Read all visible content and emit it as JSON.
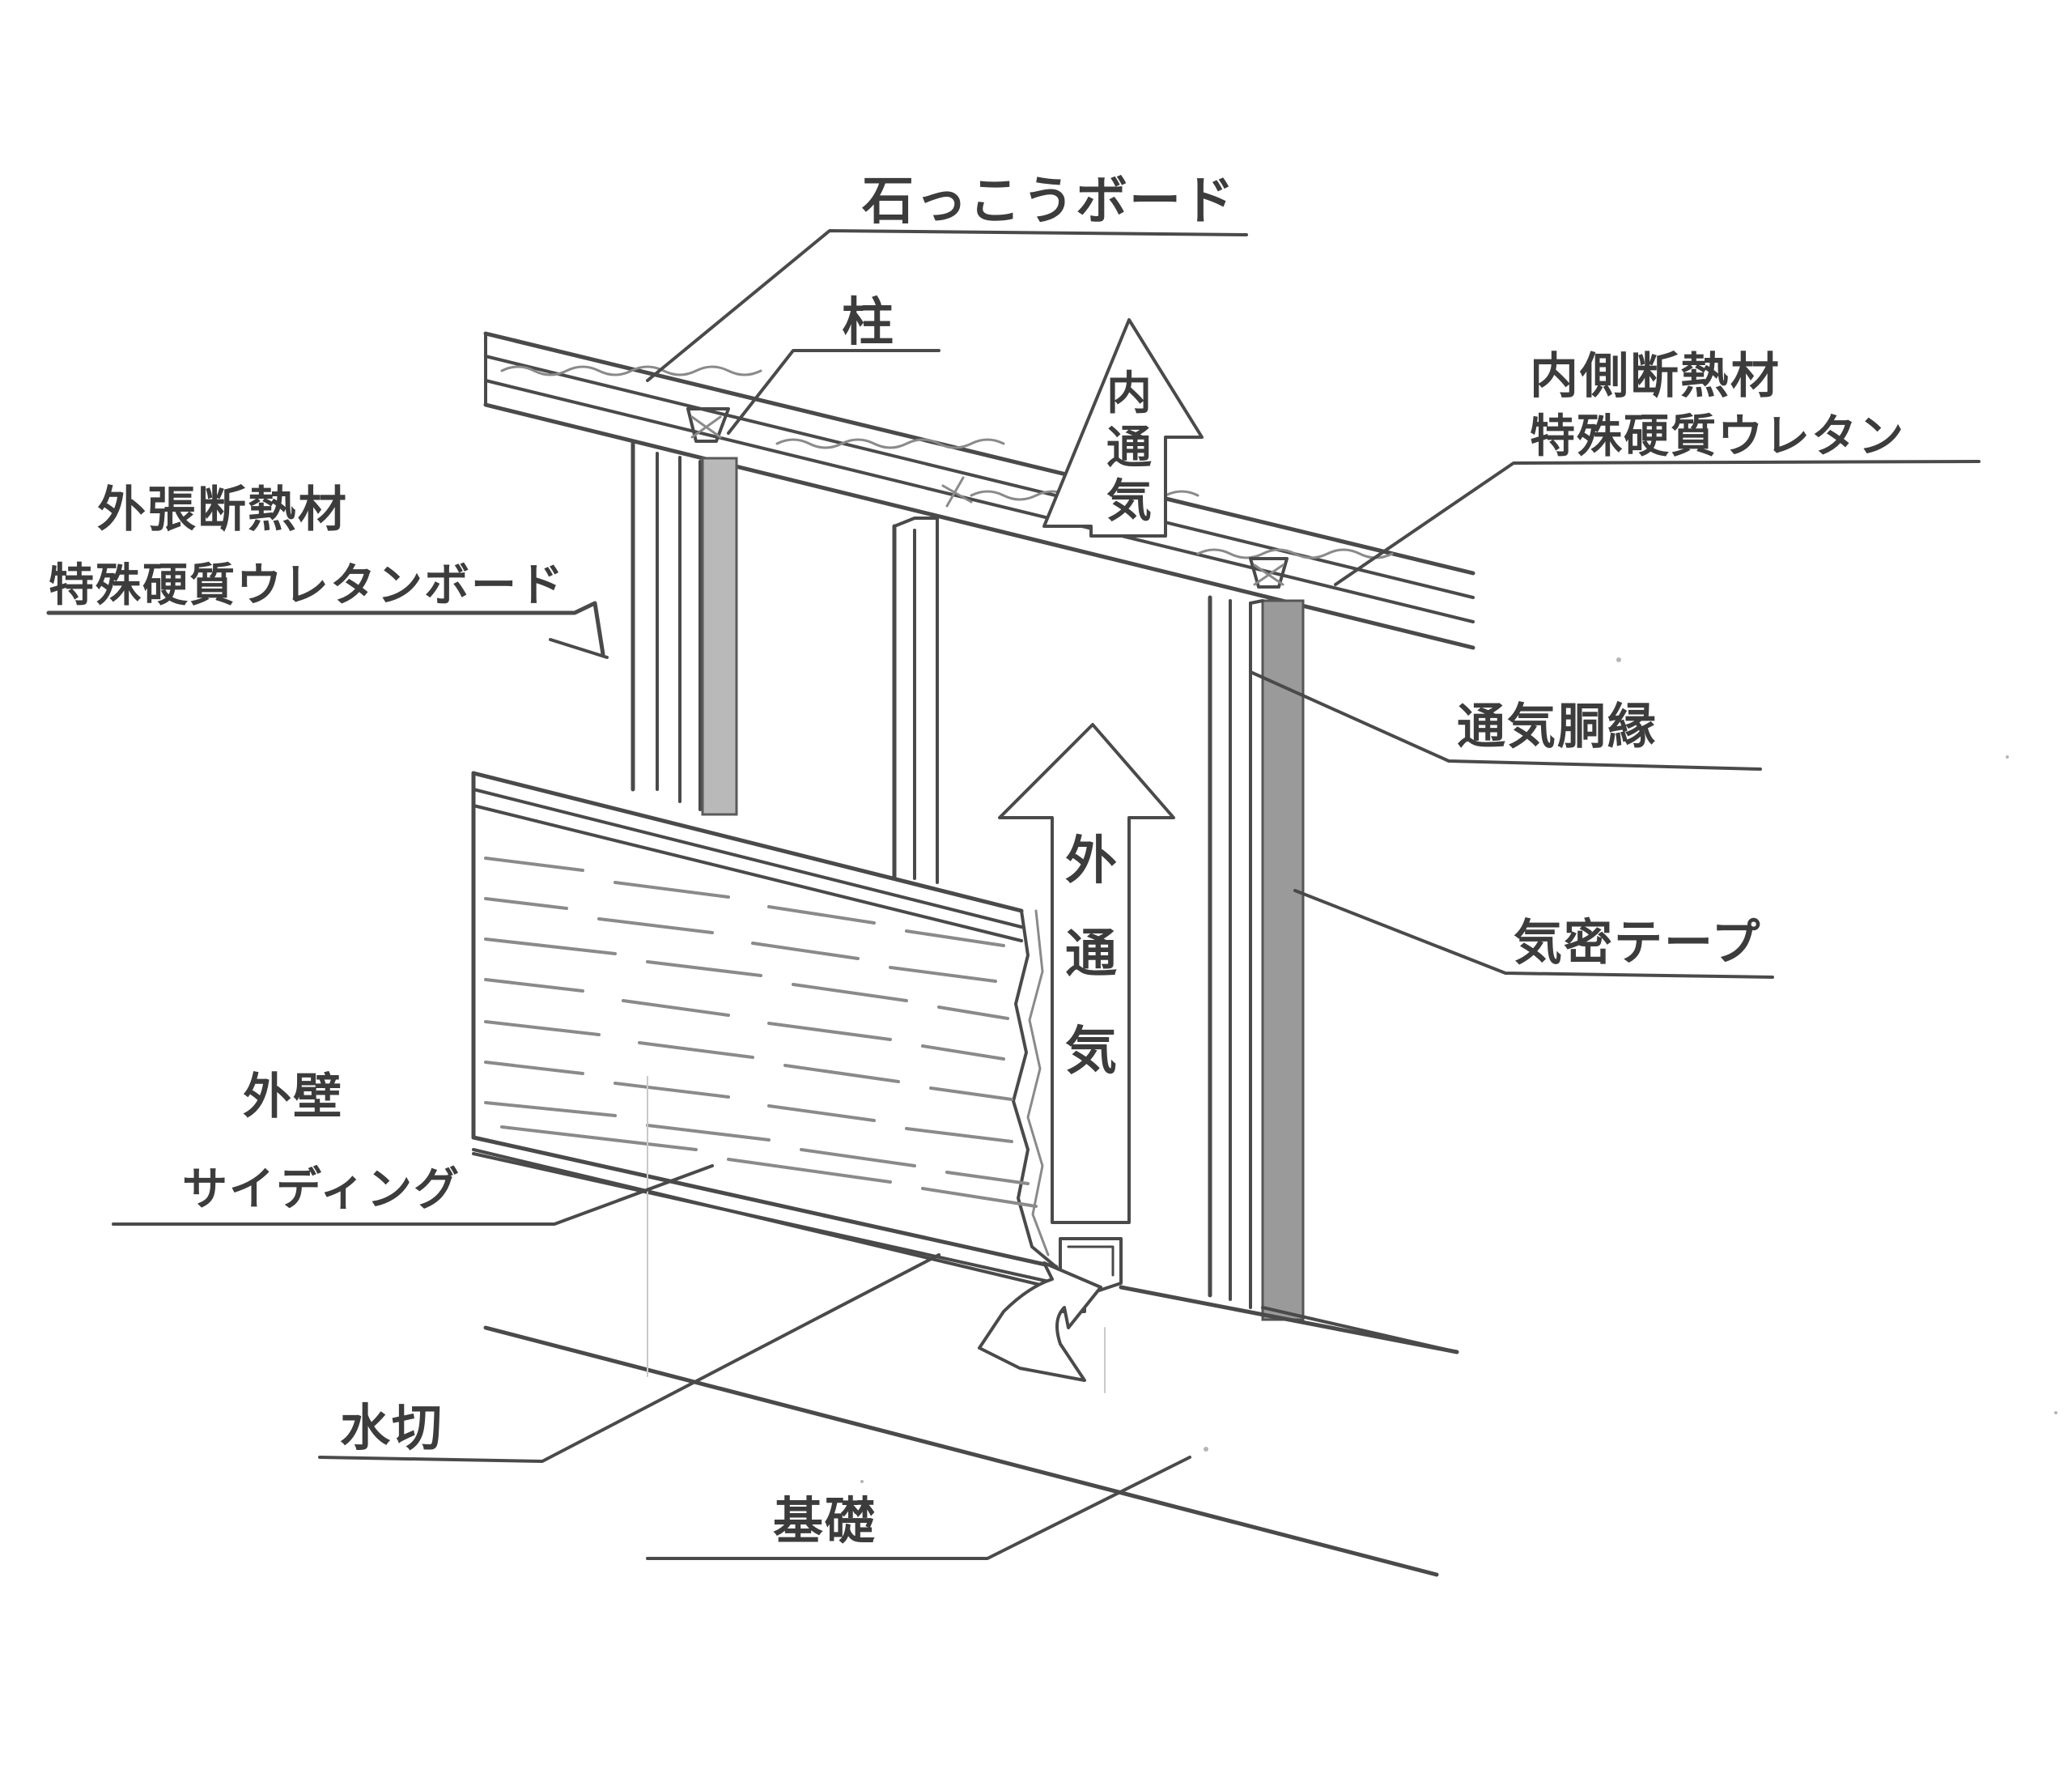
{
  "labels": {
    "gypsum_board": "石っこうボード",
    "pillar": "柱",
    "inner_insulation_line1": "内側断熱材",
    "inner_insulation_line2": "特殊硬質ウレタン",
    "outer_insulation_line1": "外張断熱材",
    "outer_insulation_line2": "特殊硬質ウレタンボード",
    "furring_strip": "通気胴縁",
    "airtight_tape": "気密テープ",
    "exterior_wall_line1": "外壁",
    "exterior_wall_line2": "サイディング",
    "flashing": "水切",
    "foundation": "基礎"
  },
  "arrows": {
    "inner_airflow": [
      "内",
      "通",
      "気"
    ],
    "outer_airflow": [
      "外",
      "通",
      "気"
    ]
  },
  "colors": {
    "ink": "#4a4a4a",
    "shading": "#b9b9b9",
    "paper": "#ffffff"
  }
}
